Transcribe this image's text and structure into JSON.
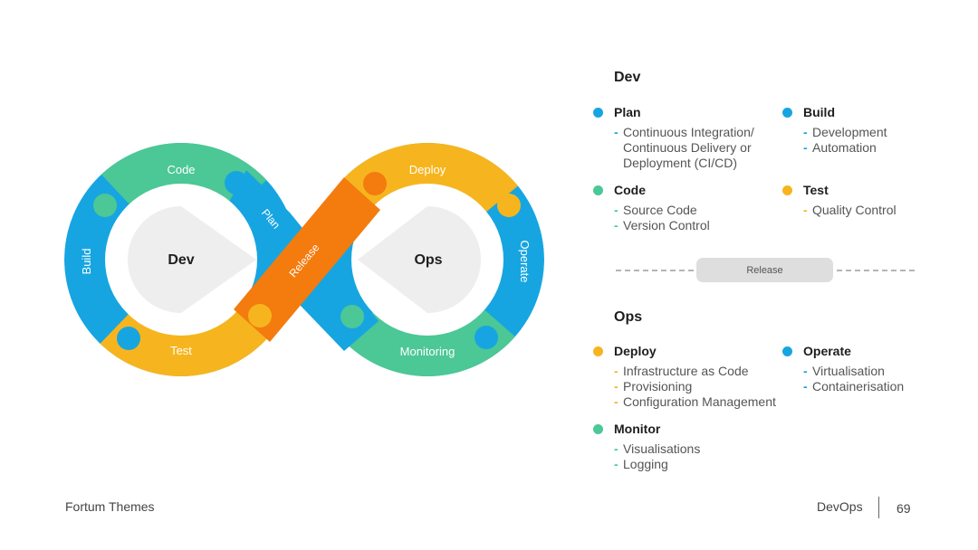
{
  "colors": {
    "blue": "#16a5e1",
    "green": "#4cc796",
    "yellow": "#f6b51e",
    "orange": "#f47b0e",
    "hub": "#eeeeee",
    "divider": "#b5b5b5",
    "pill": "#dedede"
  },
  "diagram": {
    "hub_left": "Dev",
    "hub_right": "Ops",
    "segments": {
      "build": "Build",
      "code": "Code",
      "test": "Test",
      "plan": "Plan",
      "release": "Release",
      "deploy": "Deploy",
      "operate": "Operate",
      "monitoring": "Monitoring"
    }
  },
  "dev": {
    "title": "Dev",
    "stages": [
      {
        "label": "Plan",
        "color": "#16a5e1",
        "items": [
          "Continuous Integration/",
          "Continuous Delivery or",
          "Deployment (CI/CD)"
        ],
        "dashes": [
          true,
          false,
          false
        ]
      },
      {
        "label": "Build",
        "color": "#16a5e1",
        "items": [
          "Development",
          "Automation"
        ],
        "dashes": [
          true,
          true
        ]
      },
      {
        "label": "Code",
        "color": "#4cc796",
        "items": [
          "Source Code",
          "Version Control"
        ],
        "dashes": [
          true,
          true
        ]
      },
      {
        "label": "Test",
        "color": "#f6b51e",
        "items": [
          "Quality Control"
        ],
        "dashes": [
          true
        ]
      }
    ]
  },
  "release": {
    "label": "Release"
  },
  "ops": {
    "title": "Ops",
    "stages": [
      {
        "label": "Deploy",
        "color": "#f6b51e",
        "items": [
          "Infrastructure as Code",
          "Provisioning",
          "Configuration Management"
        ],
        "dashes": [
          true,
          true,
          true
        ]
      },
      {
        "label": "Operate",
        "color": "#16a5e1",
        "items": [
          "Virtualisation",
          "Containerisation"
        ],
        "dashes": [
          true,
          true
        ]
      },
      {
        "label": "Monitor",
        "color": "#4cc796",
        "items": [
          "Visualisations",
          "Logging"
        ],
        "dashes": [
          true,
          true
        ]
      }
    ]
  },
  "footer": {
    "brand": "Fortum Themes",
    "title": "DevOps",
    "page": "69"
  }
}
